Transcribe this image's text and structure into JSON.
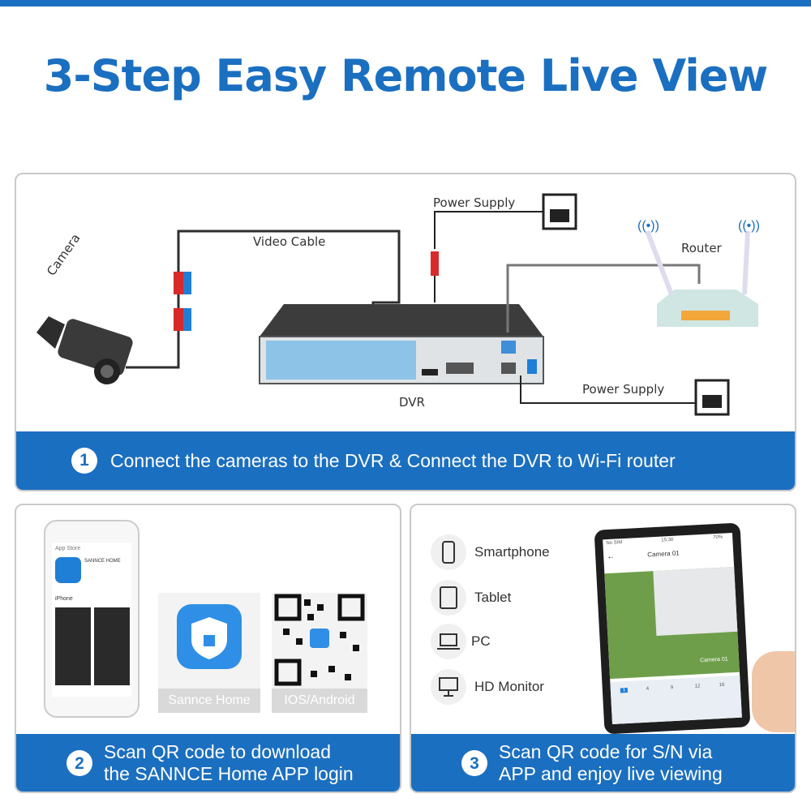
{
  "header": {
    "title": "3-Step Easy Remote Live View"
  },
  "step1": {
    "labels": {
      "camera": "Camera",
      "video_cable": "Video Cable",
      "power_supply_top": "Power Supply",
      "power_supply_bottom": "Power Supply",
      "router": "Router",
      "dvr": "DVR"
    },
    "number": "1",
    "text": "Connect the cameras to the DVR & Connect the DVR to Wi-Fi router"
  },
  "step2": {
    "phone": {
      "store_label": "App Store",
      "app_name": "SANNCE HOME",
      "section": "iPhone"
    },
    "app_tile_label": "Sannce Home",
    "qr_tile_label": "IOS/Android",
    "number": "2",
    "line1": "Scan QR code to download",
    "line2": "the SANNCE Home APP login"
  },
  "step3": {
    "devices": [
      {
        "label": "Smartphone",
        "icon": "smartphone-icon"
      },
      {
        "label": "Tablet",
        "icon": "tablet-icon"
      },
      {
        "label": "PC",
        "icon": "laptop-icon"
      },
      {
        "label": "HD Monitor",
        "icon": "monitor-icon"
      }
    ],
    "tablet": {
      "status_left": "No SIM",
      "time": "15:30",
      "battery": "70%",
      "screen_title": "Camera 01",
      "overlay": "Camera 01",
      "channels": [
        "1",
        "4",
        "9",
        "12",
        "16"
      ]
    },
    "number": "3",
    "line1": "Scan QR code for S/N via",
    "line2": "APP and enjoy live viewing"
  },
  "colors": {
    "brand_blue": "#1b6fc0",
    "panel_border": "#c9c9c9"
  }
}
